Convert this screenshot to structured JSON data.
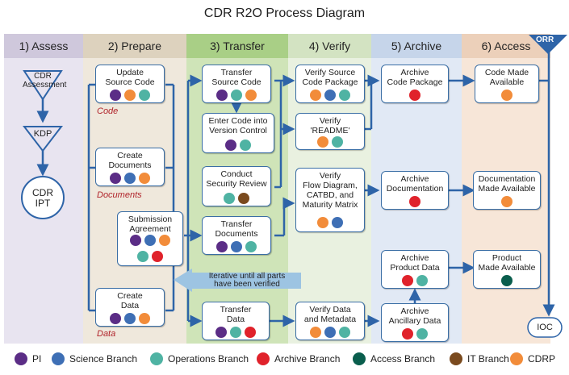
{
  "title": "CDR R2O Process Diagram",
  "lanes": [
    {
      "label": "1) Assess"
    },
    {
      "label": "2) Prepare"
    },
    {
      "label": "3) Transfer"
    },
    {
      "label": "4) Verify"
    },
    {
      "label": "5) Archive"
    },
    {
      "label": "6) Access"
    }
  ],
  "orr_label": "ORR",
  "assess": {
    "cdr_assessment": "CDR\nAssessment",
    "kdp": "KDP",
    "cdr_ipt": "CDR\nIPT"
  },
  "prepare": {
    "update_source": {
      "label": "Update\nSource Code",
      "dots": [
        "pi",
        "cdrp",
        "ops"
      ]
    },
    "create_documents": {
      "label": "Create\nDocuments",
      "dots": [
        "pi",
        "sci",
        "cdrp"
      ]
    },
    "submission": {
      "label": "Submission\nAgreement",
      "dots": [
        "pi",
        "sci",
        "cdrp",
        "ops",
        "arc"
      ]
    },
    "create_data": {
      "label": "Create\nData",
      "dots": [
        "pi",
        "sci",
        "cdrp"
      ]
    },
    "code_tag": "Code",
    "documents_tag": "Documents",
    "data_tag": "Data"
  },
  "transfer": {
    "source_code": {
      "label": "Transfer\nSource Code",
      "dots": [
        "pi",
        "ops",
        "cdrp"
      ]
    },
    "version_control": {
      "label": "Enter Code into\nVersion Control",
      "dots": [
        "pi",
        "ops"
      ]
    },
    "security_review": {
      "label": "Conduct\nSecurity Review",
      "dots": [
        "ops",
        "it"
      ]
    },
    "documents": {
      "label": "Transfer\nDocuments",
      "dots": [
        "pi",
        "sci",
        "ops"
      ]
    },
    "data": {
      "label": "Transfer\nData",
      "dots": [
        "pi",
        "ops",
        "arc"
      ]
    }
  },
  "verify": {
    "source_package": {
      "label": "Verify Source\nCode Package",
      "dots": [
        "cdrp",
        "sci",
        "ops"
      ]
    },
    "readme": {
      "label": "Verify\n'README'",
      "dots": [
        "cdrp",
        "ops"
      ]
    },
    "flow_diagram": {
      "label": "Verify\nFlow Diagram,\nCATBD, and\nMaturity Matrix",
      "dots": [
        "cdrp",
        "sci"
      ]
    },
    "data_metadata": {
      "label": "Verify Data\nand Metadata",
      "dots": [
        "cdrp",
        "sci",
        "ops"
      ]
    }
  },
  "archive": {
    "code_package": {
      "label": "Archive\nCode Package",
      "dots": [
        "arc"
      ]
    },
    "documentation": {
      "label": "Archive\nDocumentation",
      "dots": [
        "arc"
      ]
    },
    "product_data": {
      "label": "Archive\nProduct Data",
      "dots": [
        "arc",
        "ops"
      ]
    },
    "ancillary_data": {
      "label": "Archive\nAncillary Data",
      "dots": [
        "arc",
        "ops"
      ]
    }
  },
  "access": {
    "code_available": {
      "label": "Code Made\nAvailable",
      "dots": [
        "cdrp"
      ]
    },
    "doc_available": {
      "label": "Documentation\nMade Available",
      "dots": [
        "cdrp"
      ]
    },
    "product_available": {
      "label": "Product\nMade Available",
      "dots": [
        "acc"
      ]
    },
    "ioc": "IOC"
  },
  "iterative_note": "Iterative until all parts\nhave been verified",
  "legend": [
    {
      "key": "pi",
      "label": "PI",
      "color": "#5b2d86"
    },
    {
      "key": "sci",
      "label": "Science Branch",
      "color": "#3e6fb5"
    },
    {
      "key": "ops",
      "label": "Operations Branch",
      "color": "#4fb3a3"
    },
    {
      "key": "arc",
      "label": "Archive Branch",
      "color": "#e0222b"
    },
    {
      "key": "acc",
      "label": "Access Branch",
      "color": "#0a5e4d"
    },
    {
      "key": "it",
      "label": "IT Branch",
      "color": "#7a4a1e"
    },
    {
      "key": "cdrp",
      "label": "CDRP",
      "color": "#f28c3a"
    }
  ]
}
